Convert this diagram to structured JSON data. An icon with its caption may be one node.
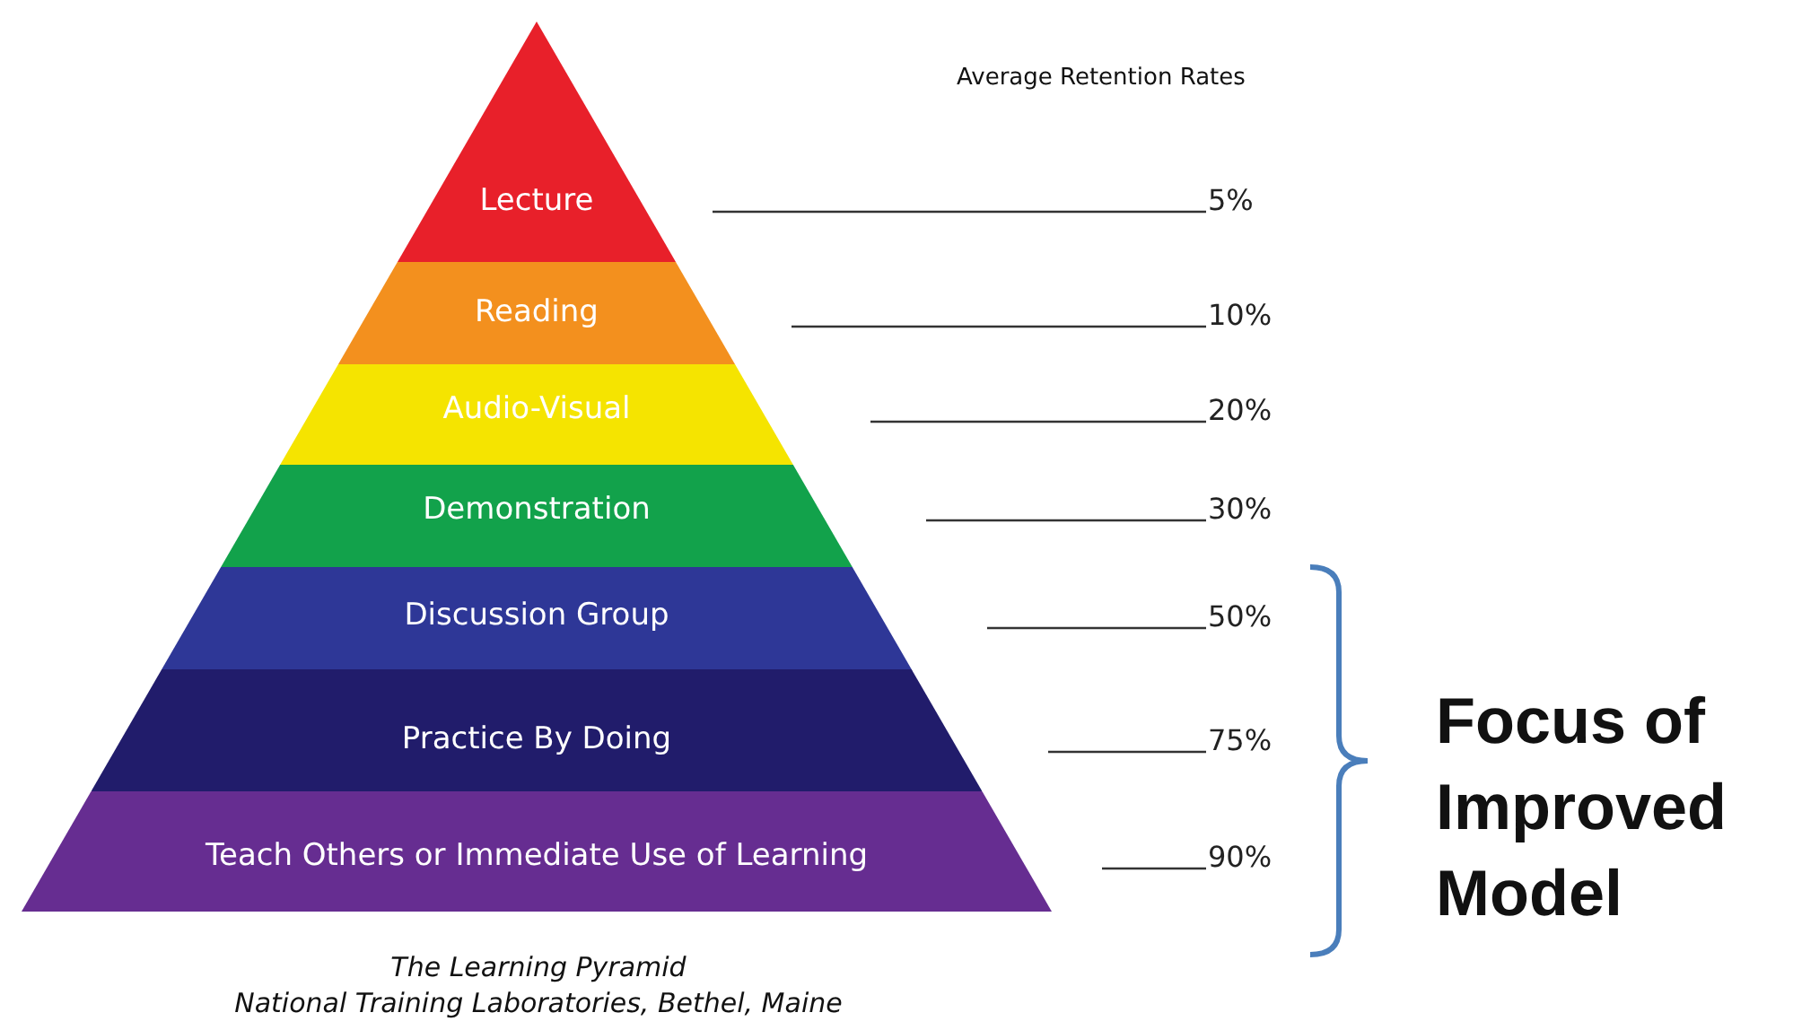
{
  "diagram": {
    "nodes": [
      {
        "text": [
          "Lecture"
        ]
      },
      {
        "text": [
          "Reading"
        ]
      },
      {
        "text": [
          "Audio-Visual"
        ]
      },
      {
        "text": [
          "Demonstration"
        ]
      },
      {
        "text": [
          "Discussion Group"
        ]
      },
      {
        "text": [
          "Practice By Doing"
        ]
      },
      {
        "text": [
          "Teach Others or Immediate Use of Learning"
        ]
      },
      {
        "text": [
          "5%"
        ]
      },
      {
        "text": [
          "10%"
        ]
      },
      {
        "text": [
          "20%"
        ]
      },
      {
        "text": [
          "30%"
        ]
      },
      {
        "text": [
          "50%"
        ]
      },
      {
        "text": [
          "75%"
        ]
      },
      {
        "text": [
          "90%"
        ]
      }
    ],
    "edges": [
      {
        "from": 7,
        "to": null,
        "arrow": "none"
      },
      {
        "from": 8,
        "to": null,
        "arrow": "none"
      },
      {
        "from": 9,
        "to": null,
        "arrow": "none"
      },
      {
        "from": 10,
        "to": null,
        "arrow": "none"
      },
      {
        "from": 11,
        "to": null,
        "arrow": "none"
      },
      {
        "from": 12,
        "to": null,
        "arrow": "none"
      },
      {
        "from": 13,
        "to": null,
        "arrow": "none"
      }
    ],
    "labels": [
      "Average Retention Rates",
      "The Learning Pyramid",
      "National Training Laboratories, Bethel, Maine",
      "Focus of Improved Model"
    ]
  }
}
